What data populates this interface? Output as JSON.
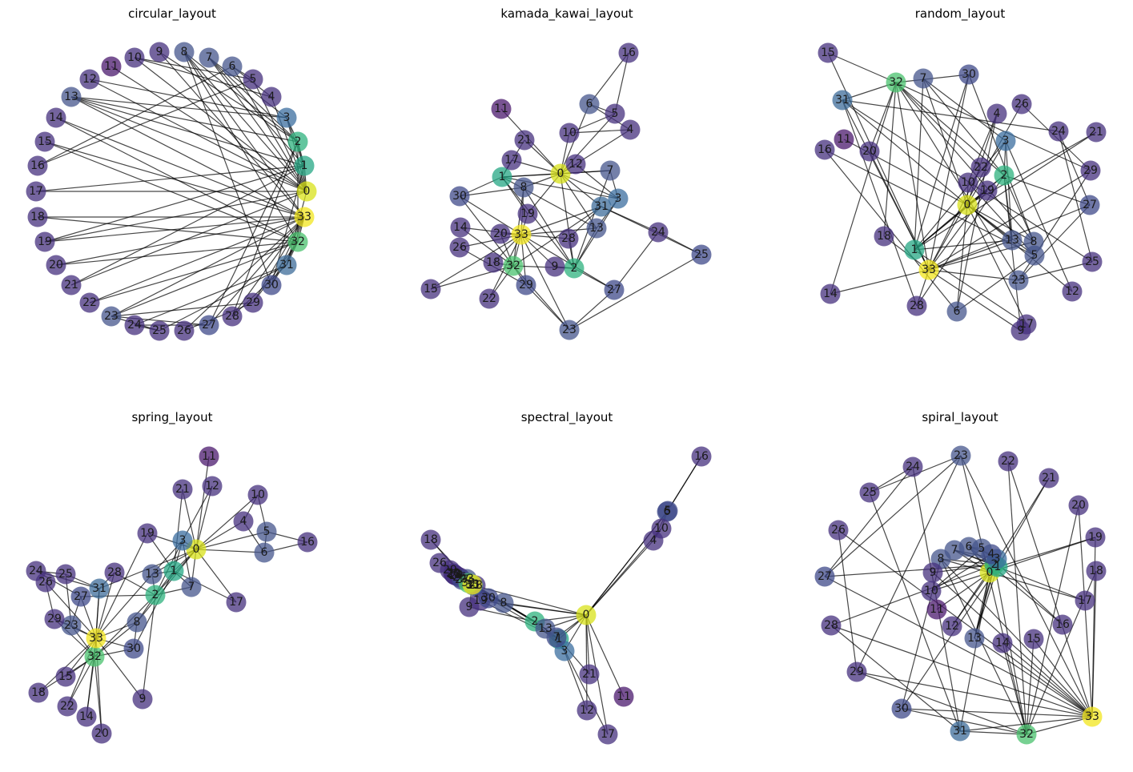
{
  "palette": {
    "c0": "#d8e219",
    "c33": "#f1e51d",
    "c32": "#4ac16d",
    "c2": "#2db27d",
    "c1": "#26a784",
    "c3": "#3b6e9f",
    "c31": "#3e6c99",
    "c13": "#45568c",
    "c8": "#3f5a8f",
    "mid": "#3f4a8a",
    "dark": "#46307d",
    "darkest": "#4b1a6e"
  },
  "graph": {
    "nodes": [
      "0",
      "1",
      "2",
      "3",
      "4",
      "5",
      "6",
      "7",
      "8",
      "9",
      "10",
      "11",
      "12",
      "13",
      "14",
      "15",
      "16",
      "17",
      "18",
      "19",
      "20",
      "21",
      "22",
      "23",
      "24",
      "25",
      "26",
      "27",
      "28",
      "29",
      "30",
      "31",
      "32",
      "33"
    ],
    "edges": [
      [
        0,
        1
      ],
      [
        0,
        2
      ],
      [
        0,
        3
      ],
      [
        0,
        4
      ],
      [
        0,
        5
      ],
      [
        0,
        6
      ],
      [
        0,
        7
      ],
      [
        0,
        8
      ],
      [
        0,
        10
      ],
      [
        0,
        11
      ],
      [
        0,
        12
      ],
      [
        0,
        13
      ],
      [
        0,
        17
      ],
      [
        0,
        19
      ],
      [
        0,
        21
      ],
      [
        0,
        31
      ],
      [
        1,
        2
      ],
      [
        1,
        3
      ],
      [
        1,
        7
      ],
      [
        1,
        13
      ],
      [
        1,
        17
      ],
      [
        1,
        19
      ],
      [
        1,
        21
      ],
      [
        1,
        30
      ],
      [
        2,
        3
      ],
      [
        2,
        7
      ],
      [
        2,
        8
      ],
      [
        2,
        9
      ],
      [
        2,
        13
      ],
      [
        2,
        27
      ],
      [
        2,
        28
      ],
      [
        2,
        32
      ],
      [
        3,
        7
      ],
      [
        3,
        12
      ],
      [
        3,
        13
      ],
      [
        4,
        6
      ],
      [
        4,
        10
      ],
      [
        5,
        6
      ],
      [
        5,
        10
      ],
      [
        5,
        16
      ],
      [
        6,
        16
      ],
      [
        8,
        30
      ],
      [
        8,
        32
      ],
      [
        8,
        33
      ],
      [
        9,
        33
      ],
      [
        13,
        33
      ],
      [
        14,
        32
      ],
      [
        14,
        33
      ],
      [
        15,
        32
      ],
      [
        15,
        33
      ],
      [
        18,
        32
      ],
      [
        18,
        33
      ],
      [
        19,
        33
      ],
      [
        20,
        32
      ],
      [
        20,
        33
      ],
      [
        22,
        32
      ],
      [
        22,
        33
      ],
      [
        23,
        25
      ],
      [
        23,
        27
      ],
      [
        23,
        29
      ],
      [
        23,
        32
      ],
      [
        23,
        33
      ],
      [
        24,
        25
      ],
      [
        24,
        27
      ],
      [
        24,
        31
      ],
      [
        25,
        31
      ],
      [
        26,
        29
      ],
      [
        26,
        33
      ],
      [
        27,
        33
      ],
      [
        28,
        31
      ],
      [
        28,
        33
      ],
      [
        29,
        32
      ],
      [
        29,
        33
      ],
      [
        30,
        32
      ],
      [
        30,
        33
      ],
      [
        31,
        32
      ],
      [
        31,
        33
      ],
      [
        32,
        33
      ]
    ]
  },
  "panels": [
    {
      "title": "circular_layout",
      "colors": {
        "0": "c0",
        "33": "c33",
        "32": "c32",
        "2": "c2",
        "1": "c1",
        "3": "c3",
        "31": "c31",
        "13": "c13",
        "23": "c13",
        "8": "c13",
        "7": "c13",
        "6": "c13",
        "5": "dark",
        "4": "dark",
        "9": "dark",
        "10": "dark",
        "11": "darkest",
        "12": "dark",
        "14": "dark",
        "15": "dark",
        "16": "dark",
        "17": "dark",
        "18": "dark",
        "19": "dark",
        "20": "dark",
        "21": "dark",
        "22": "dark",
        "24": "dark",
        "25": "dark",
        "26": "dark",
        "27": "mid",
        "28": "dark",
        "29": "dark",
        "30": "mid"
      }
    },
    {
      "title": "kamada_kawai_layout",
      "colors": {
        "0": "c0",
        "33": "c33",
        "32": "c32",
        "2": "c2",
        "1": "c1",
        "3": "c3",
        "31": "c31",
        "13": "c13",
        "23": "c13",
        "8": "c13",
        "7": "c13",
        "6": "c13",
        "5": "dark",
        "4": "dark",
        "9": "dark",
        "10": "dark",
        "11": "darkest",
        "12": "dark",
        "14": "dark",
        "15": "dark",
        "16": "dark",
        "17": "dark",
        "18": "dark",
        "19": "dark",
        "20": "dark",
        "21": "dark",
        "22": "dark",
        "24": "dark",
        "25": "mid",
        "26": "dark",
        "27": "mid",
        "28": "dark",
        "29": "mid",
        "30": "mid"
      }
    },
    {
      "title": "random_layout",
      "colors": {
        "0": "c0",
        "33": "c33",
        "32": "c32",
        "2": "c2",
        "1": "c1",
        "3": "c3",
        "31": "c31",
        "13": "c13",
        "23": "c13",
        "8": "c13",
        "7": "c13",
        "6": "c13",
        "5": "c13",
        "4": "dark",
        "9": "dark",
        "10": "dark",
        "11": "darkest",
        "12": "dark",
        "14": "dark",
        "15": "dark",
        "16": "dark",
        "17": "dark",
        "18": "dark",
        "19": "dark",
        "20": "dark",
        "21": "dark",
        "22": "dark",
        "24": "dark",
        "25": "dark",
        "26": "dark",
        "27": "mid",
        "28": "dark",
        "29": "dark",
        "30": "mid"
      }
    },
    {
      "title": "spring_layout",
      "colors": {
        "0": "c0",
        "33": "c33",
        "32": "c32",
        "2": "c2",
        "1": "c1",
        "3": "c3",
        "31": "c31",
        "13": "c13",
        "23": "c13",
        "8": "c13",
        "7": "c13",
        "6": "c13",
        "5": "c13",
        "4": "dark",
        "9": "dark",
        "10": "dark",
        "11": "darkest",
        "12": "dark",
        "14": "dark",
        "15": "dark",
        "16": "dark",
        "17": "dark",
        "18": "dark",
        "19": "dark",
        "20": "dark",
        "21": "dark",
        "22": "dark",
        "24": "dark",
        "25": "dark",
        "26": "dark",
        "27": "mid",
        "28": "dark",
        "29": "dark",
        "30": "mid"
      }
    },
    {
      "title": "spectral_layout",
      "colors": {
        "0": "c0",
        "33": "c33",
        "32": "c32",
        "2": "c2",
        "1": "c1",
        "3": "c3",
        "31": "c31",
        "13": "c13",
        "23": "c13",
        "8": "c13",
        "7": "mid",
        "6": "mid",
        "5": "mid",
        "4": "dark",
        "9": "dark",
        "10": "dark",
        "11": "darkest",
        "12": "dark",
        "14": "dark",
        "15": "dark",
        "16": "dark",
        "17": "dark",
        "18": "dark",
        "19": "dark",
        "20": "dark",
        "21": "dark",
        "22": "dark",
        "24": "dark",
        "25": "dark",
        "26": "dark",
        "27": "mid",
        "28": "dark",
        "29": "dark",
        "30": "mid"
      }
    },
    {
      "title": "spiral_layout",
      "colors": {
        "0": "c0",
        "33": "c33",
        "32": "c32",
        "2": "c2",
        "1": "c1",
        "3": "c3",
        "31": "c31",
        "13": "c13",
        "23": "c13",
        "8": "c13",
        "7": "c13",
        "6": "c13",
        "5": "c13",
        "4": "mid",
        "9": "dark",
        "10": "dark",
        "11": "darkest",
        "12": "dark",
        "14": "dark",
        "15": "dark",
        "16": "dark",
        "17": "dark",
        "18": "dark",
        "19": "dark",
        "20": "dark",
        "21": "dark",
        "22": "dark",
        "24": "dark",
        "25": "dark",
        "26": "dark",
        "27": "mid",
        "28": "dark",
        "29": "dark",
        "30": "mid"
      }
    }
  ]
}
